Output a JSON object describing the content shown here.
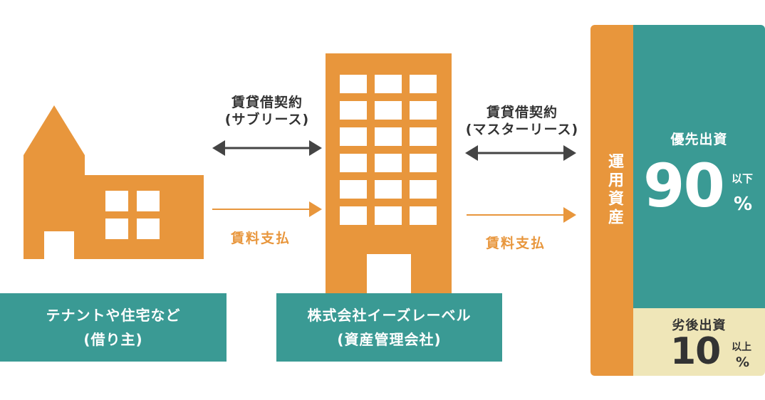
{
  "tenant": {
    "line1": "テナントや住宅など",
    "line2": "(借り主)"
  },
  "company": {
    "line1": "株式会社イーズレーベル",
    "line2": "(資産管理会社)"
  },
  "sublease": {
    "line1": "賃貸借契約",
    "line2": "(サブリース)"
  },
  "master_lease": {
    "line1": "賃貸借契約",
    "line2": "(マスターリース)"
  },
  "rent_payment_left": "賃料支払",
  "rent_payment_right": "賃料支払",
  "managed_assets": "運用資産",
  "senior": {
    "title": "優先出資",
    "value": "90",
    "qualifier": "以下",
    "unit": "%"
  },
  "junior": {
    "title": "劣後出資",
    "value": "10",
    "qualifier": "以上",
    "unit": "%"
  },
  "colors": {
    "orange": "#e8963c",
    "teal": "#3a9a94",
    "cream": "#efe6b8",
    "dark": "#444444"
  }
}
